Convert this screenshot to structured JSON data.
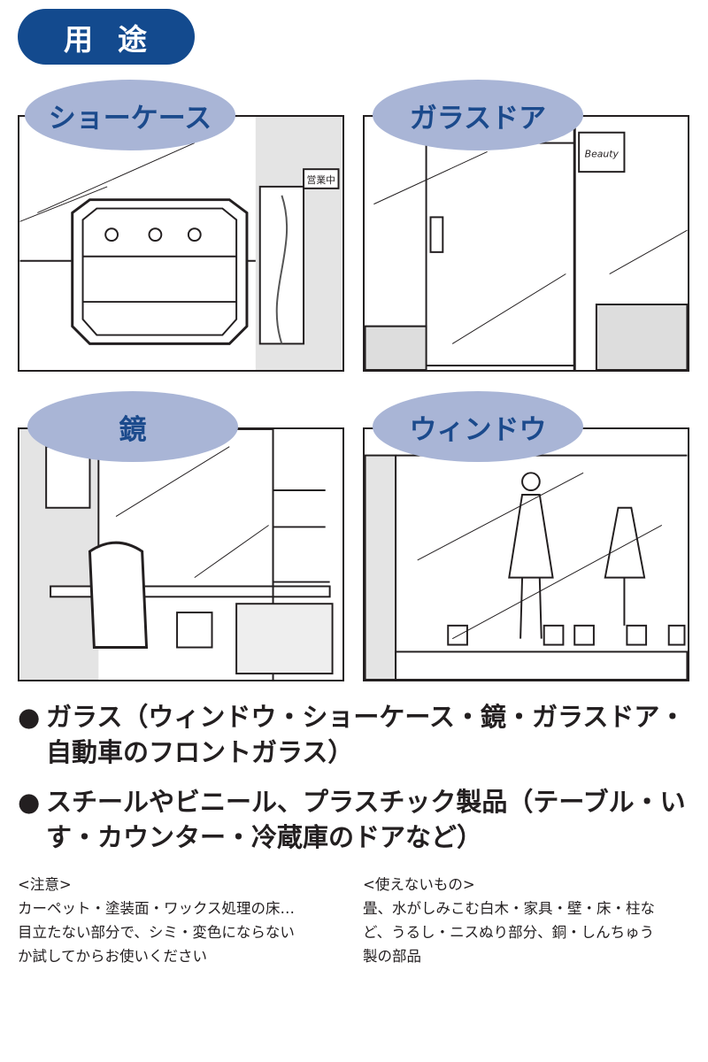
{
  "header": {
    "title": "用途"
  },
  "panels": [
    {
      "label": "ショーケース",
      "sign": "営業中"
    },
    {
      "label": "ガラスドア",
      "sign": "Beauty"
    },
    {
      "label": "鏡"
    },
    {
      "label": "ウィンドウ"
    }
  ],
  "bullets": [
    "ガラス（ウィンドウ・ショーケース・鏡・ガラスドア・自動車のフロントガラス）",
    "スチールやビニール、プラスチック製品（テーブル・いす・カウンター・冷蔵庫のドアなど）"
  ],
  "bullet_marker": "●",
  "notes": {
    "caution": {
      "title": "<注意>",
      "lines": [
        "カーペット・塗装面・ワックス処理の床…",
        "目立たない部分で、シミ・変色にならない",
        "か試してからお使いください"
      ]
    },
    "unusable": {
      "title": "<使えないもの>",
      "lines": [
        "畳、水がしみこむ白木・家具・壁・床・柱な",
        "ど、うるし・ニスぬり部分、銅・しんちゅう",
        "製の部品"
      ]
    }
  },
  "colors": {
    "navy": "#134a8e",
    "oval": "#a9b5d6",
    "oval_text": "#1b4a8c"
  }
}
